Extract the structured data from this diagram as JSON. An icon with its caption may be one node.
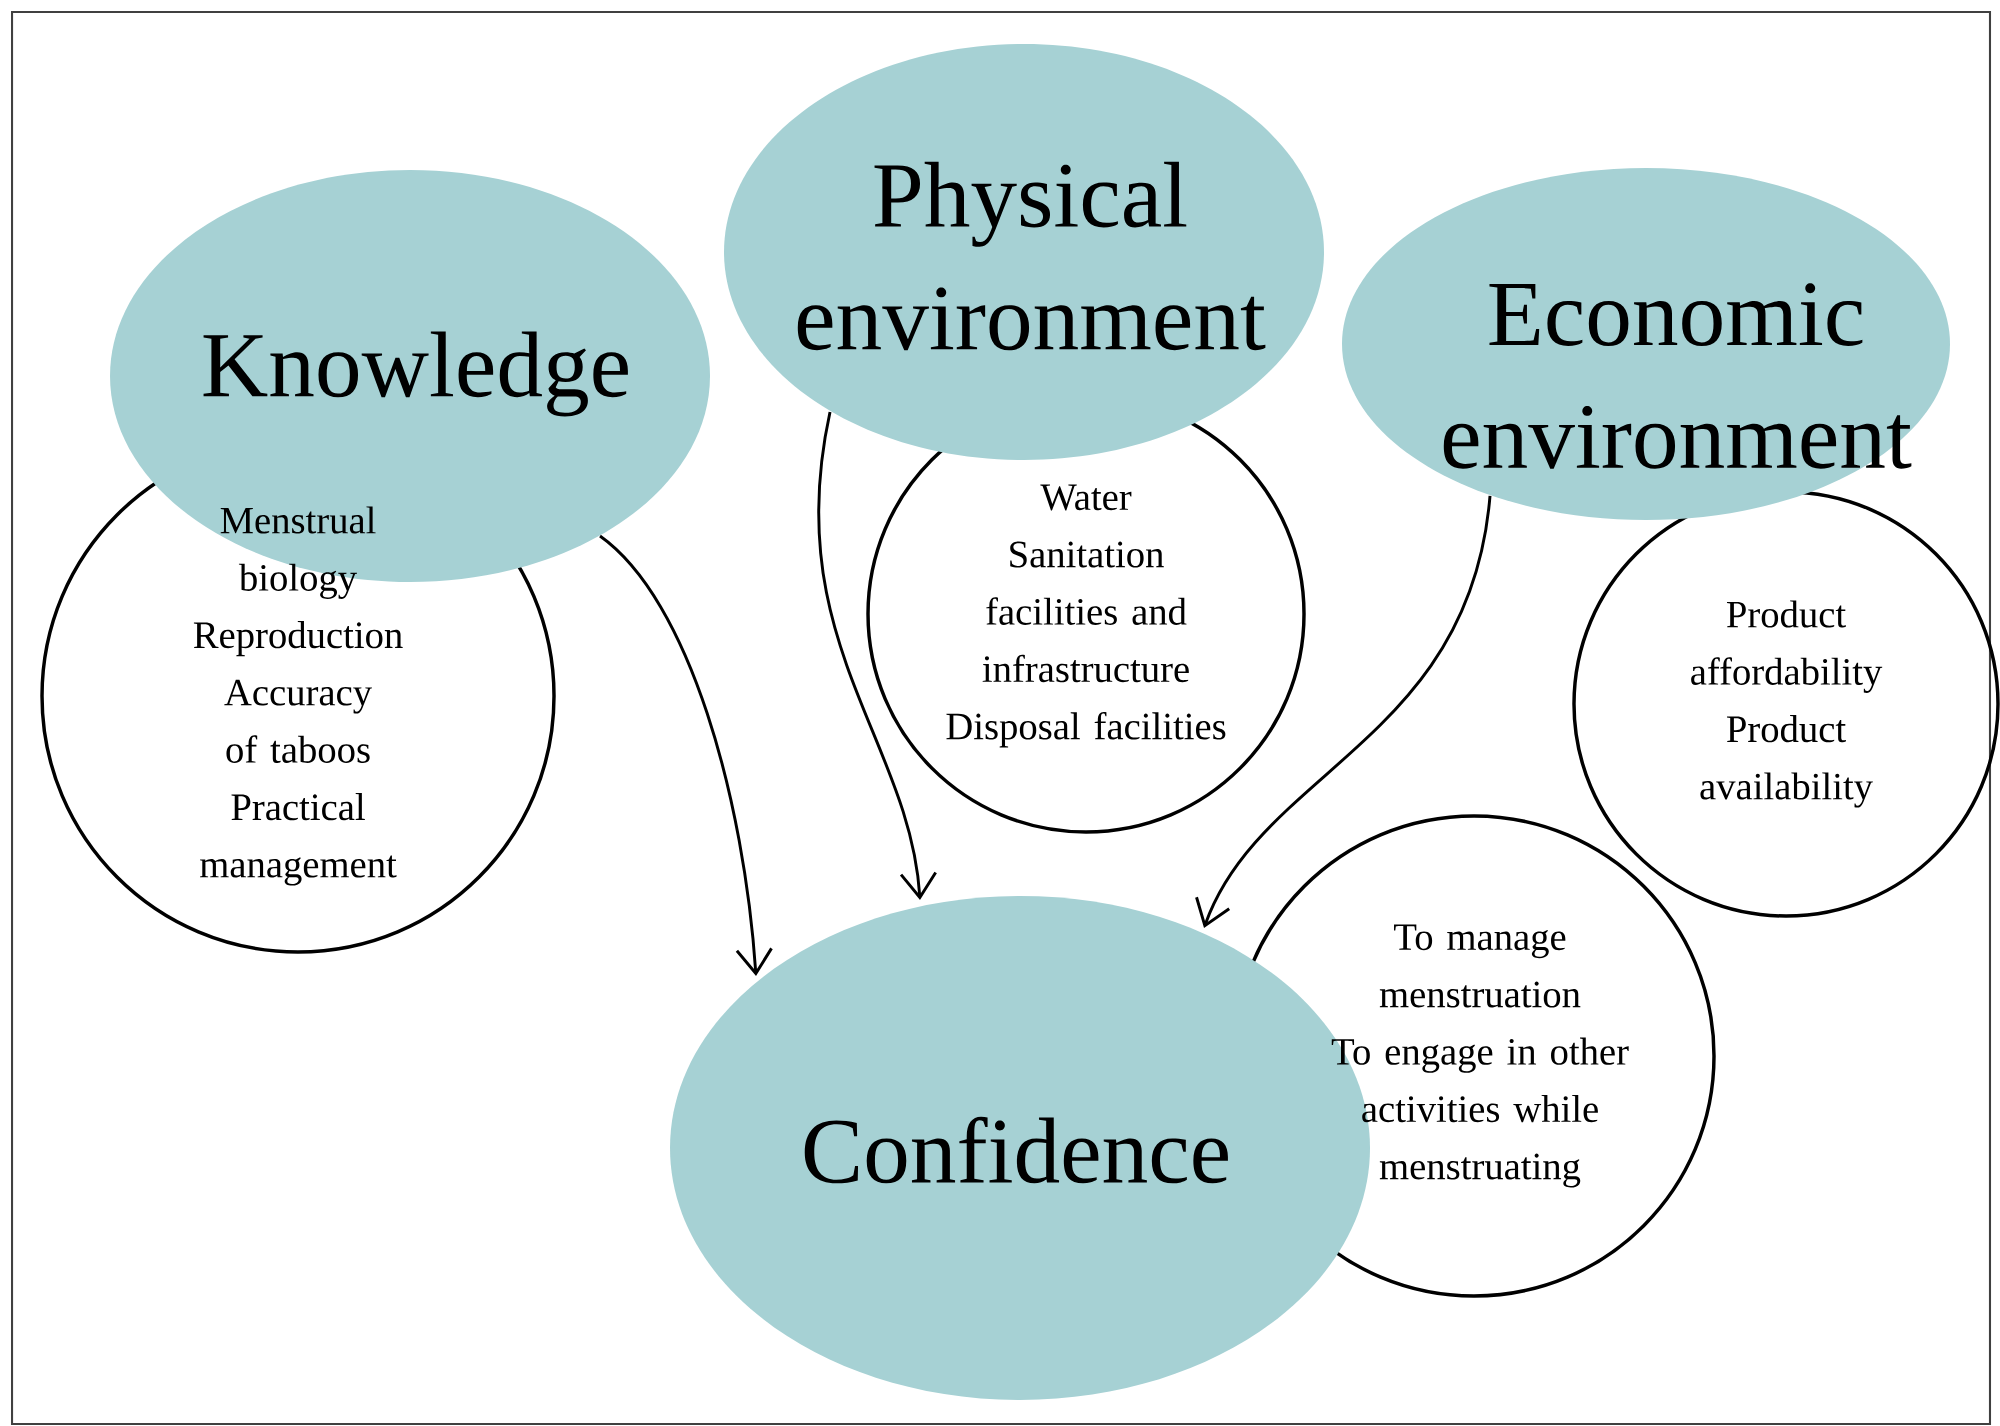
{
  "diagram": {
    "nodes": [
      {
        "text": [
          "Knowledge"
        ]
      },
      {
        "text": [
          "Menstrual biology",
          "Reproduction",
          "Accuracy of taboos",
          "Practical management"
        ]
      },
      {
        "text": [
          "Physical environment"
        ]
      },
      {
        "text": [
          "Water",
          "Sanitation facilities and infrastructure",
          "Disposal facilities"
        ]
      },
      {
        "text": [
          "Economic environment"
        ]
      },
      {
        "text": [
          "Product affordability",
          "Product availability"
        ]
      },
      {
        "text": [
          "Confidence"
        ]
      },
      {
        "text": [
          "To manage menstruation",
          "To engage in other activities while menstruating"
        ]
      }
    ],
    "edges": [
      {
        "from": 0,
        "to": 6,
        "arrow": "to"
      },
      {
        "from": 2,
        "to": 6,
        "arrow": "to"
      },
      {
        "from": 4,
        "to": 6,
        "arrow": "to"
      }
    ]
  }
}
